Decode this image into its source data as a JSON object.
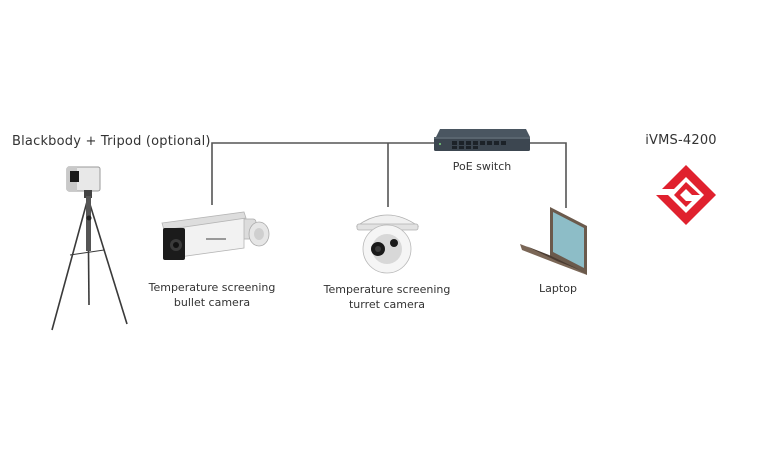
{
  "devices": {
    "blackbody": {
      "label": "Blackbody + Tripod (optional)"
    },
    "bullet_camera": {
      "label": "Temperature screening bullet camera"
    },
    "turret_camera": {
      "label": "Temperature screening turret camera"
    },
    "poe_switch": {
      "label": "PoE switch"
    },
    "laptop": {
      "label": "Laptop"
    },
    "software": {
      "label": "iVMS-4200"
    }
  },
  "connections": [
    {
      "from": "bullet_camera",
      "to": "poe_switch"
    },
    {
      "from": "turret_camera",
      "to": "poe_switch"
    },
    {
      "from": "laptop",
      "to": "poe_switch"
    }
  ],
  "colors": {
    "line": "#555555",
    "brand": "#e0212e",
    "text": "#333333"
  },
  "icons": {
    "logo": "ivms-logo-icon"
  }
}
